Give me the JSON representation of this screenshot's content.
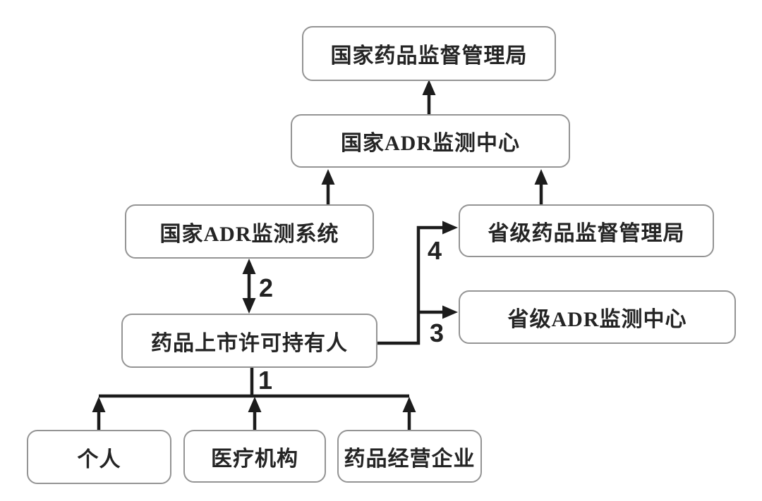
{
  "diagram": {
    "type": "flowchart",
    "topic": "ADR reporting and supervision hierarchy",
    "colors": {
      "background": "#ffffff",
      "box_fill": "#ffffff",
      "box_border": "#949494",
      "line": "#1c1c1c",
      "text": "#242424"
    },
    "nodes": [
      {
        "id": "nmpa",
        "label": "国家药品监督管理局"
      },
      {
        "id": "national-adr-monitoring-center",
        "label": "国家ADR监测中心"
      },
      {
        "id": "national-adr-monitoring-system",
        "label": "国家ADR监测系统"
      },
      {
        "id": "provincial-drug-regulatory-admin",
        "label": "省级药品监督管理局"
      },
      {
        "id": "provincial-adr-monitoring-center",
        "label": "省级ADR监测中心"
      },
      {
        "id": "mah",
        "label": "药品上市许可持有人"
      },
      {
        "id": "individual",
        "label": "个人"
      },
      {
        "id": "medical-institution",
        "label": "医疗机构"
      },
      {
        "id": "drug-trading-enterprise",
        "label": "药品经营企业"
      }
    ],
    "edge_labels": [
      {
        "id": "edge-1",
        "text": "1"
      },
      {
        "id": "edge-2",
        "text": "2"
      },
      {
        "id": "edge-3",
        "text": "3"
      },
      {
        "id": "edge-4",
        "text": "4"
      }
    ],
    "edges": [
      {
        "from": "national-adr-monitoring-center",
        "to": "nmpa",
        "style": "arrow",
        "label": ""
      },
      {
        "from": "national-adr-monitoring-system",
        "to": "national-adr-monitoring-center",
        "style": "arrow",
        "label": ""
      },
      {
        "from": "provincial-drug-regulatory-admin",
        "to": "national-adr-monitoring-center",
        "style": "arrow",
        "label": ""
      },
      {
        "from": "mah",
        "to": "national-adr-monitoring-system",
        "style": "double-arrow",
        "label": "2"
      },
      {
        "from": "mah",
        "to": "provincial-drug-regulatory-admin",
        "style": "arrow",
        "label": "4"
      },
      {
        "from": "mah",
        "to": "provincial-adr-monitoring-center",
        "style": "arrow",
        "label": "3"
      },
      {
        "from": "individual",
        "to": "mah",
        "style": "arrow",
        "label": "1"
      },
      {
        "from": "medical-institution",
        "to": "mah",
        "style": "arrow",
        "label": "1"
      },
      {
        "from": "drug-trading-enterprise",
        "to": "mah",
        "style": "arrow",
        "label": "1"
      }
    ]
  }
}
